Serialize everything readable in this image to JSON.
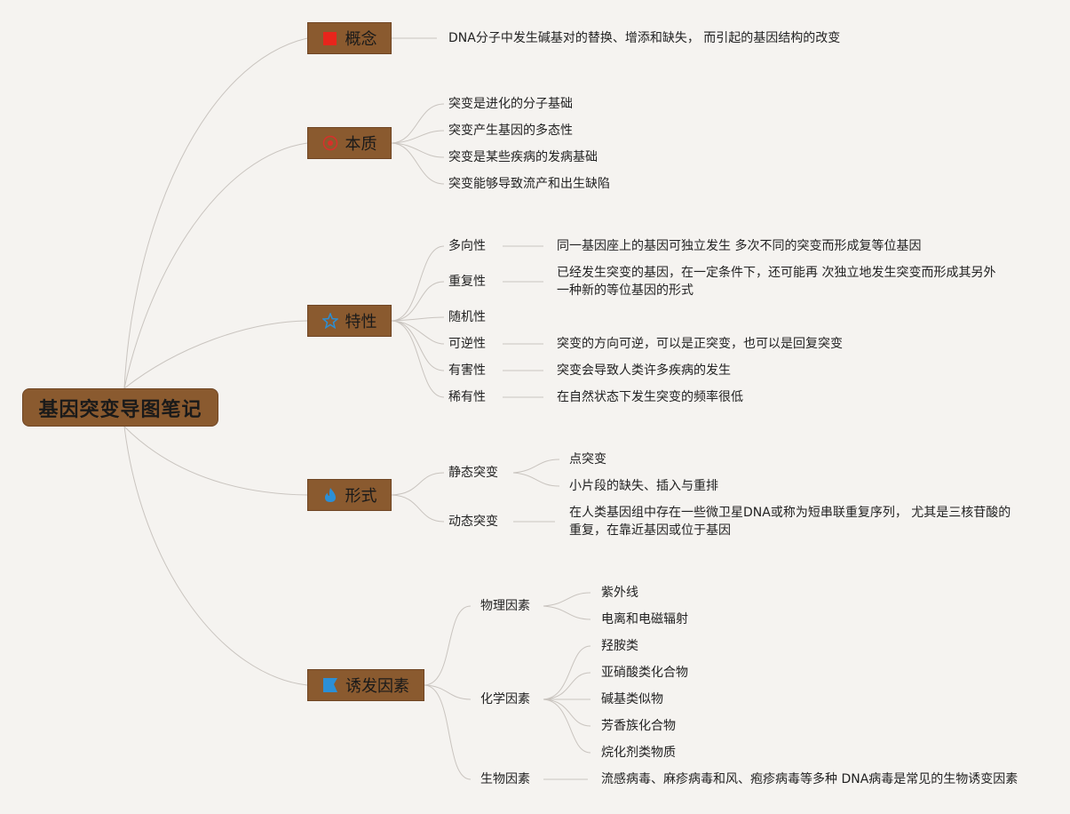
{
  "root": "基因突变导图笔记",
  "branches": {
    "concept": {
      "label": "概念",
      "icon": "red-square-icon",
      "text": "DNA分子中发生碱基对的替换、增添和缺失， 而引起的基因结构的改变"
    },
    "essence": {
      "label": "本质",
      "icon": "red-circle-icon",
      "items": [
        "突变是进化的分子基础",
        "突变产生基因的多态性",
        "突变是某些疾病的发病基础",
        "突变能够导致流产和出生缺陷"
      ]
    },
    "traits": {
      "label": "特性",
      "icon": "blue-star-icon",
      "items": [
        {
          "name": "多向性",
          "desc": "同一基因座上的基因可独立发生 多次不同的突变而形成复等位基因"
        },
        {
          "name": "重复性",
          "desc_line1": "已经发生突变的基因，在一定条件下，还可能再 次独立地发生突变而形成其另外",
          "desc_line2": "一种新的等位基因的形式"
        },
        {
          "name": "随机性"
        },
        {
          "name": "可逆性",
          "desc": "突变的方向可逆，可以是正突变，也可以是回复突变"
        },
        {
          "name": "有害性",
          "desc": "突变会导致人类许多疾病的发生"
        },
        {
          "name": "稀有性",
          "desc": "在自然状态下发生突变的频率很低"
        }
      ]
    },
    "forms": {
      "label": "形式",
      "icon": "blue-flame-icon",
      "static": {
        "name": "静态突变",
        "items": [
          "点突变",
          "小片段的缺失、插入与重排"
        ]
      },
      "dynamic": {
        "name": "动态突变",
        "desc_line1": "在人类基因组中存在一些微卫星DNA或称为短串联重复序列， 尤其是三核苷酸的",
        "desc_line2": "重复，在靠近基因或位于基因"
      }
    },
    "factors": {
      "label": "诱发因素",
      "icon": "blue-flag-icon",
      "physical": {
        "name": "物理因素",
        "items": [
          "紫外线",
          "电离和电磁辐射"
        ]
      },
      "chemical": {
        "name": "化学因素",
        "items": [
          "羟胺类",
          "亚硝酸类化合物",
          "碱基类似物",
          "芳香族化合物",
          "烷化剂类物质"
        ]
      },
      "biological": {
        "name": "生物因素",
        "desc": "流感病毒、麻疹病毒和风、疱疹病毒等多种 DNA病毒是常见的生物诱变因素"
      }
    }
  },
  "colors": {
    "node_fill": "#8a5a2f",
    "line": "#c9c4bf",
    "background": "#f5f3f0"
  }
}
